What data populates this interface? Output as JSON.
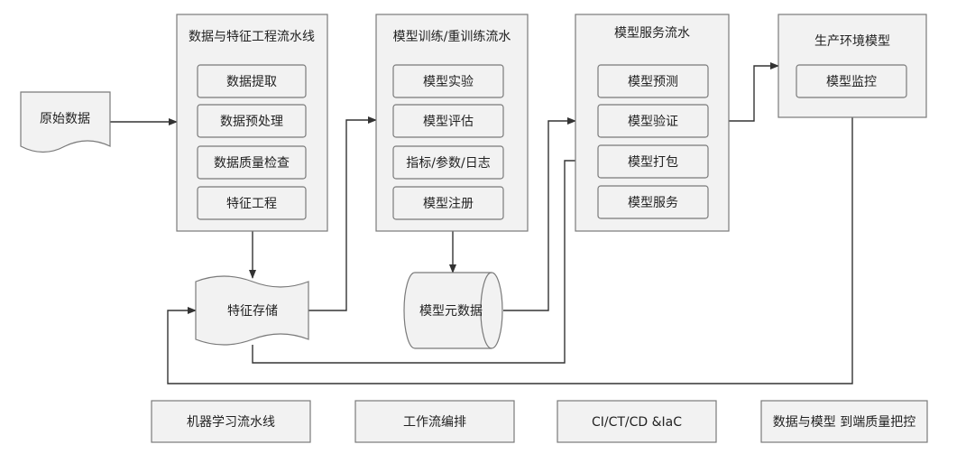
{
  "source": {
    "label": "原始数据"
  },
  "groups": [
    {
      "title": "数据与特征工程流水线",
      "items": [
        "数据提取",
        "数据预处理",
        "数据质量检查",
        "特征工程"
      ]
    },
    {
      "title": "模型训练/重训练流水",
      "items": [
        "模型实验",
        "模型评估",
        "指标/参数/日志",
        "模型注册"
      ]
    },
    {
      "title": "模型服务流水",
      "items": [
        "模型预测",
        "模型验证",
        "模型打包",
        "模型服务"
      ]
    },
    {
      "title": "生产环境模型",
      "items": [
        "模型监控"
      ]
    }
  ],
  "stores": {
    "feature_store": "特征存储",
    "metadata": "模型元数据"
  },
  "footer": [
    "机器学习流水线",
    "工作流编排",
    "CI/CT/CD &IaC",
    "数据与模型 到端质量把控"
  ],
  "colors": {
    "fill": "#f2f2f2",
    "stroke": "#7a7a7a",
    "line": "#333333"
  }
}
